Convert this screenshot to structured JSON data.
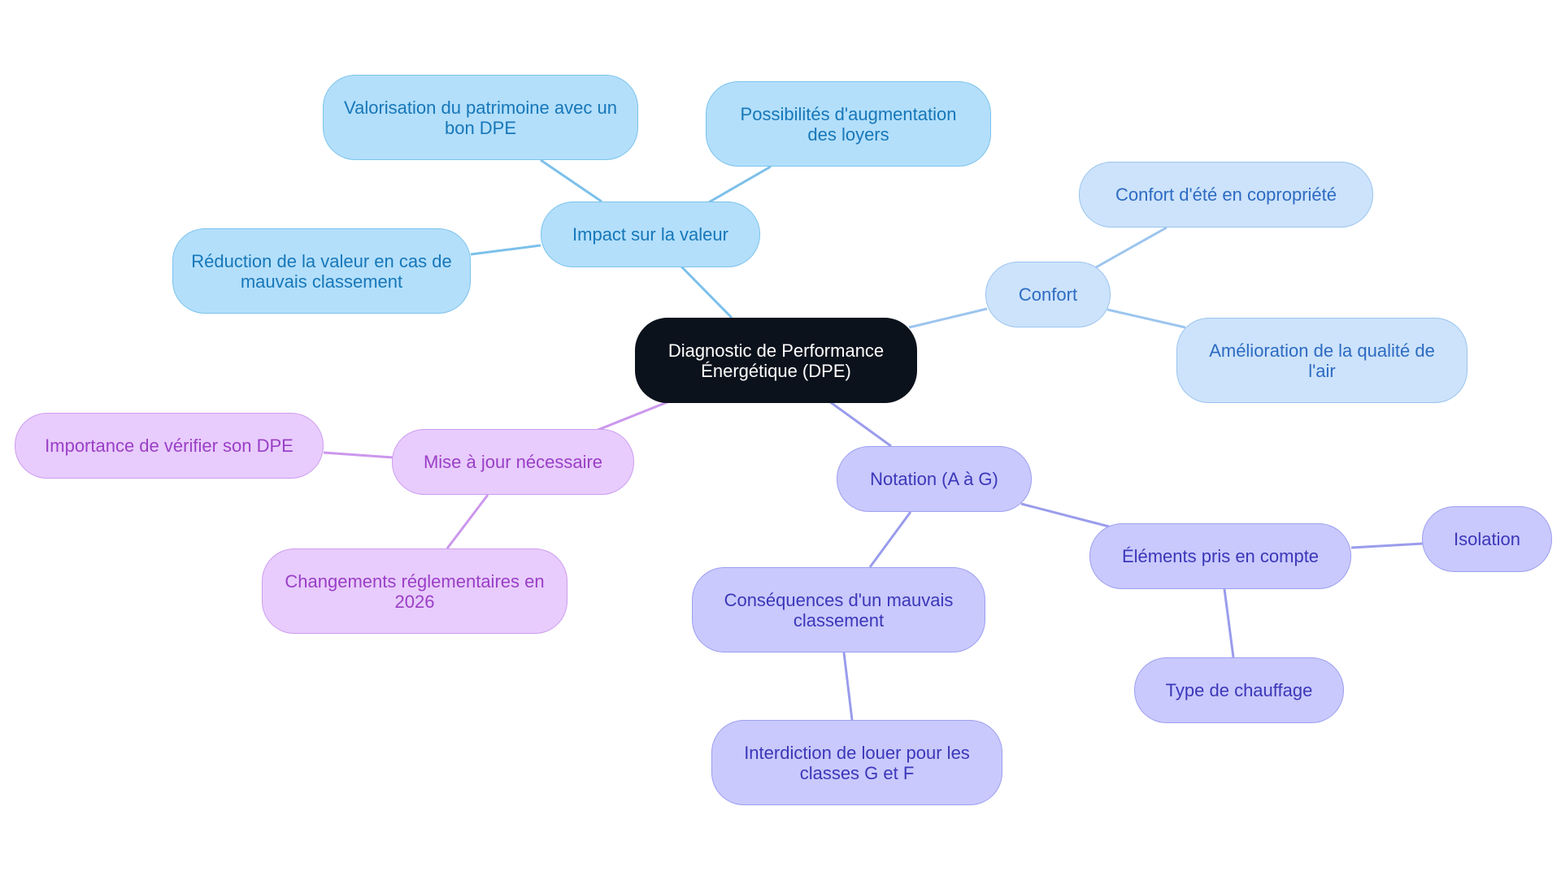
{
  "root": {
    "label": "Diagnostic de Performance Énergétique (DPE)"
  },
  "branches": {
    "impact": {
      "label": "Impact sur la valeur",
      "children": [
        "Valorisation du patrimoine avec un bon DPE",
        "Possibilités d'augmentation des loyers",
        "Réduction de la valeur en cas de mauvais classement"
      ]
    },
    "confort": {
      "label": "Confort",
      "children": [
        "Confort d'été en copropriété",
        "Amélioration de la qualité de l'air"
      ]
    },
    "notation": {
      "label": "Notation (A à G)",
      "consequences": {
        "label": "Conséquences d'un mauvais classement",
        "children": [
          "Interdiction de louer pour les classes G et F"
        ]
      },
      "elements": {
        "label": "Éléments pris en compte",
        "children": [
          "Isolation",
          "Type de chauffage"
        ]
      }
    },
    "mise_a_jour": {
      "label": "Mise à jour nécessaire",
      "children": [
        "Importance de vérifier son DPE",
        "Changements réglementaires en 2026"
      ]
    }
  },
  "colors": {
    "root": "#0c121c",
    "impact_branch": "#b3dffb",
    "confort_branch": "#cde3fb",
    "notation_branch": "#c9c9fd",
    "mise_a_jour_branch": "#e8ccfd"
  }
}
